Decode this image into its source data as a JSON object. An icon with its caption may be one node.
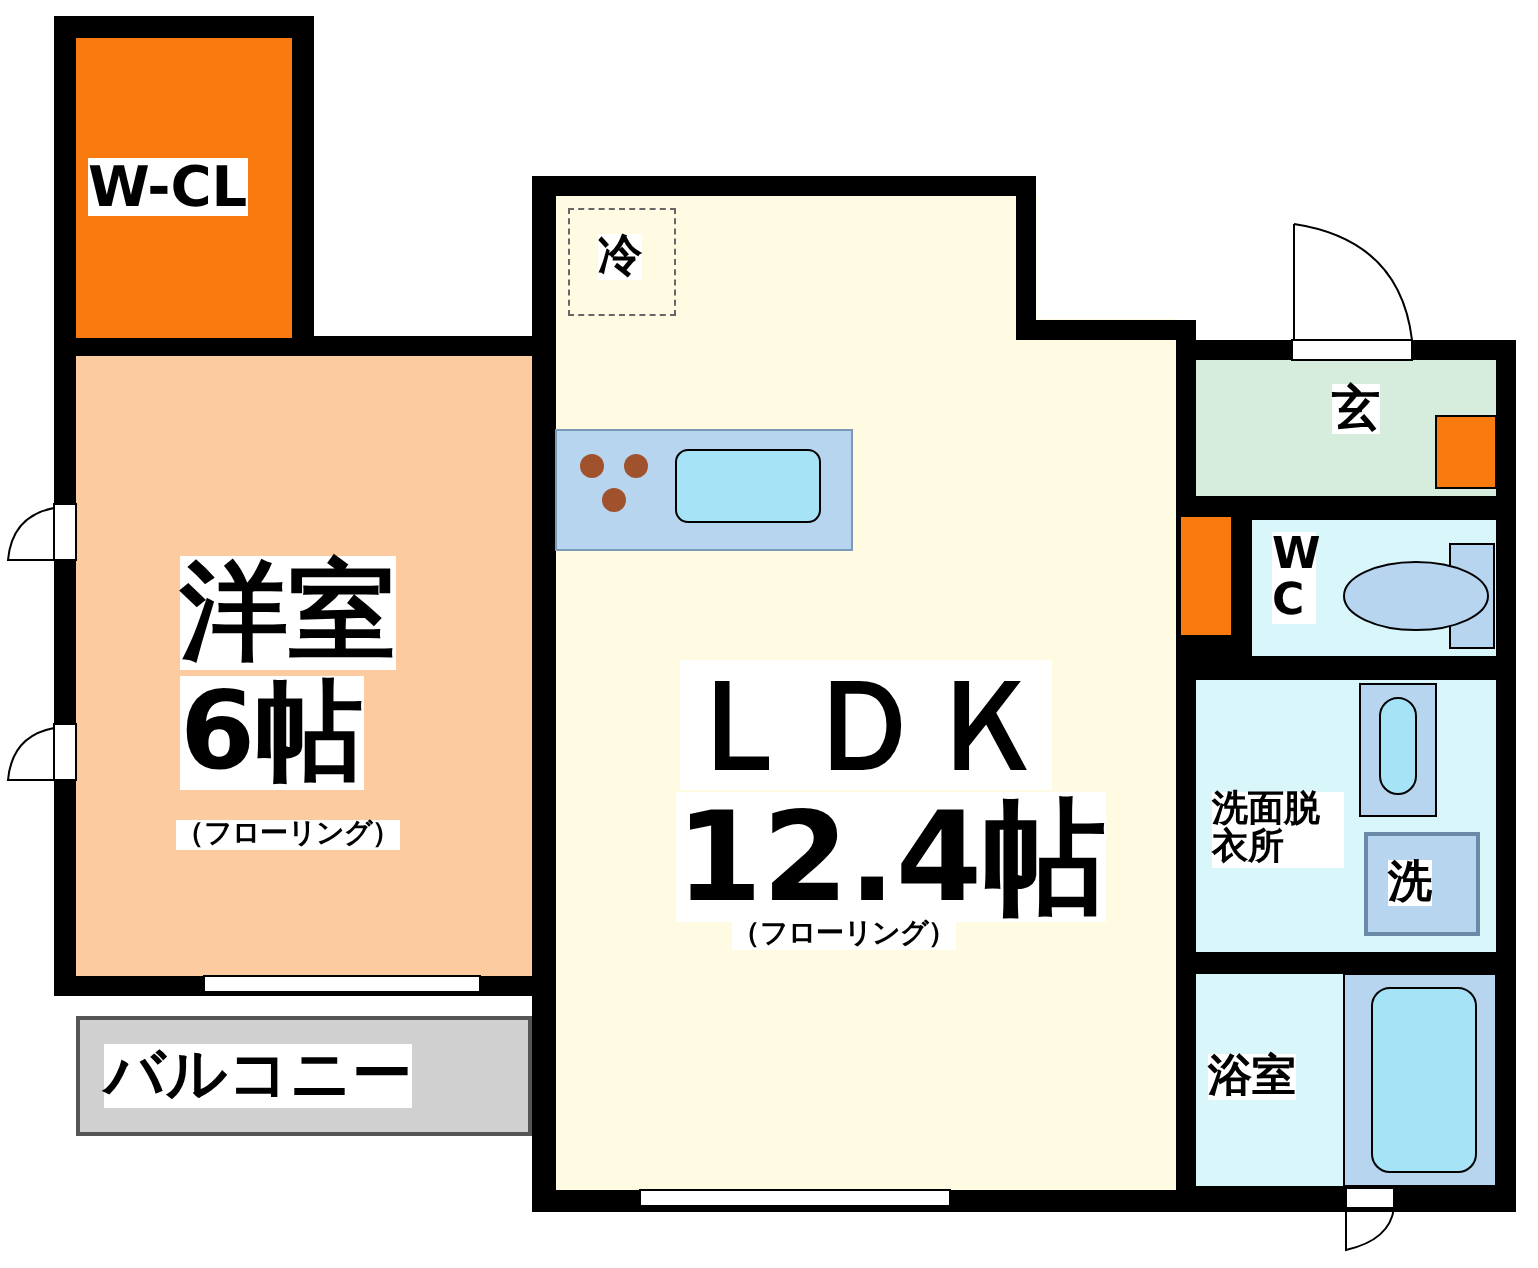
{
  "diagram": {
    "nodes": [
      {
        "text": [
          "W-CL"
        ]
      },
      {
        "text": [
          "洋室",
          "6帖",
          "（フローリング）"
        ]
      },
      {
        "text": [
          "ＬＤＫ",
          "12.4帖",
          "（フローリング）"
        ]
      },
      {
        "text": [
          "冷"
        ],
        "in": 2
      },
      {
        "text": [
          "玄"
        ]
      },
      {
        "text": [
          "WC"
        ]
      },
      {
        "text": [
          "洗面脱衣所"
        ]
      },
      {
        "text": [
          "洗"
        ],
        "in": 6
      },
      {
        "text": [
          "浴室"
        ]
      },
      {
        "text": [
          "バルコニー"
        ]
      }
    ]
  }
}
